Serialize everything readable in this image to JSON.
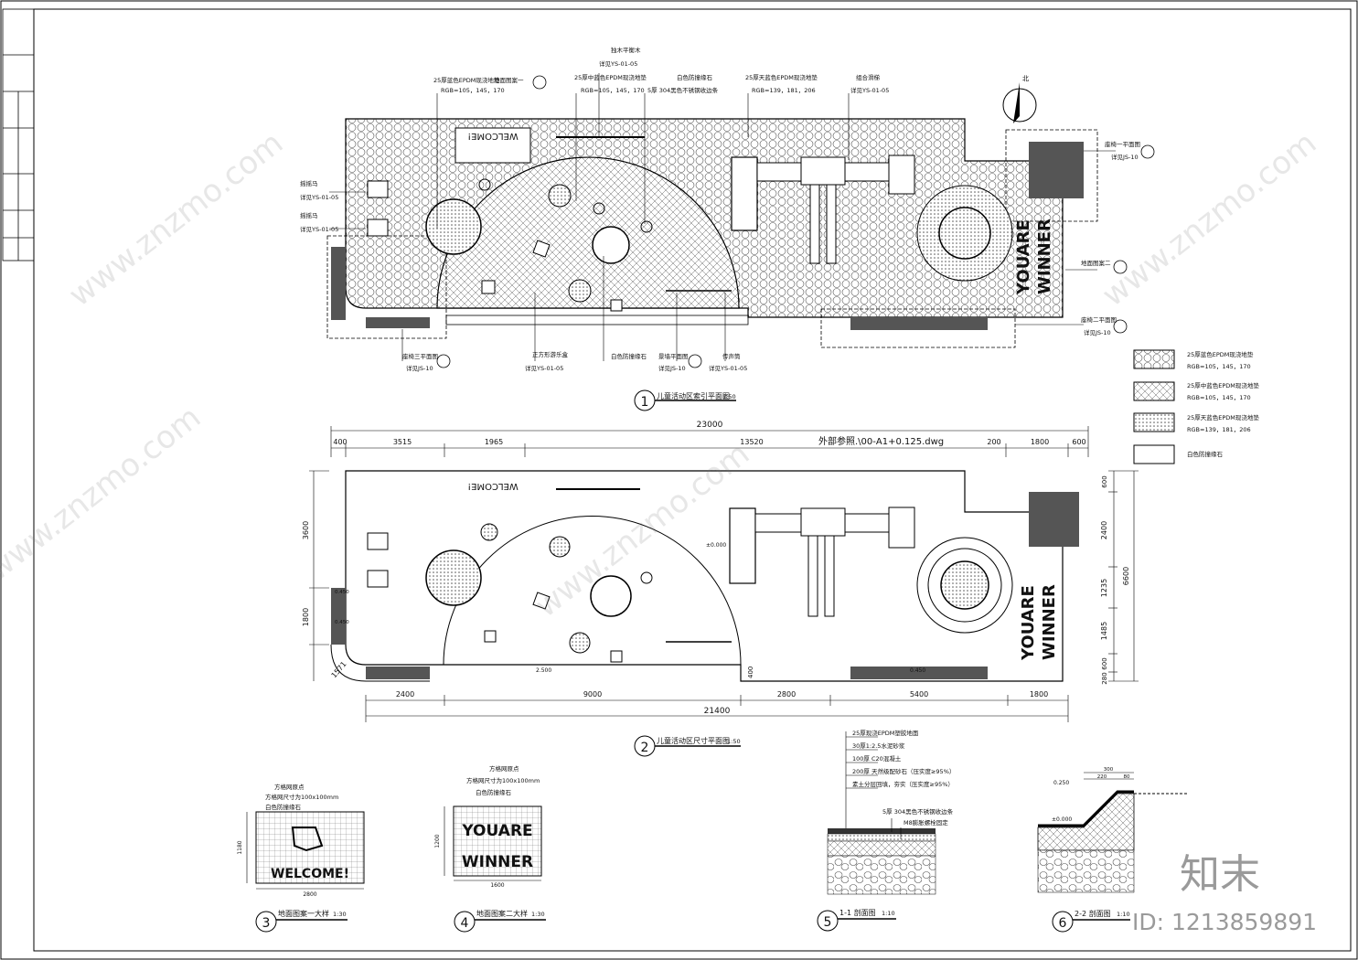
{
  "plan1": {
    "title": "儿童活动区索引平面图",
    "scale": "1:50",
    "num": "1",
    "callouts": {
      "epdm_blue": "25厚蓝色EPDM现浇地垫",
      "epdm_blue_rgb": "RGB=105，145，170",
      "ground_pattern1": "地面图案一",
      "balance_beam": "独木平衡木",
      "ref_ys0105_a": "详见YS-01-05",
      "epdm_mid": "25厚中蓝色EPDM现浇地垫",
      "epdm_mid_rgb": "RGB=105，145，170",
      "white_curb": "白色防撞缘石",
      "steel_304": "5厚 304黑色不锈钢收边条",
      "epdm_sky": "25厚天蓝色EPDM现浇地垫",
      "epdm_sky_rgb": "RGB=139，181，206",
      "combo_slide": "组合滑梯",
      "ref_ys0105_b": "详见YS-01-05",
      "swing": "摇摇马",
      "ref_ys0105_c": "详见YS-01-05",
      "ref_ys0105_d": "详见YS-01-05",
      "bench1": "座椅一平面图",
      "ref_js10_a": "详见JS-10",
      "ground_pattern2": "地面图案二",
      "bench2": "座椅二平面图",
      "ref_js10_b": "详见JS-10",
      "bench3": "座椅三平面图",
      "ref_js10_c": "详见JS-10",
      "play_block": "正方形游乐盒",
      "ref_ys0105_e": "详见YS-01-05",
      "white_curb2": "白色防撞缘石",
      "spring_rider": "景墙平面图",
      "ref_js10_d": "详见JS-10",
      "phone_tube": "传声筒",
      "ref_ys0105_f": "详见YS-01-05",
      "north": "北"
    },
    "welcome": "WELCOME!",
    "winner1": "YOUARE",
    "winner2": "WINNER"
  },
  "legend": [
    {
      "name": "25厚蓝色EPDM现浇地垫",
      "rgb": "RGB=105，145，170"
    },
    {
      "name": "25厚中蓝色EPDM现浇地垫",
      "rgb": "RGB=105，145，170"
    },
    {
      "name": "25厚天蓝色EPDM现浇地垫",
      "rgb": "RGB=139，181，206"
    },
    {
      "name": "白色防撞缘石",
      "rgb": ""
    }
  ],
  "plan2": {
    "title": "儿童活动区尺寸平面图",
    "scale": "1:50",
    "num": "2",
    "xref": "外部参照.\\00-A1+0.125.dwg",
    "dim_total_top": "23000",
    "dims_top": [
      "400",
      "3515",
      "1965",
      "13520",
      "200",
      "1800",
      "600"
    ],
    "dim_total_bottom": "21400",
    "dims_bottom": [
      "2400",
      "9000",
      "2800",
      "5400",
      "1800"
    ],
    "dims_left": [
      "3600",
      "1800"
    ],
    "dims_right": [
      "600",
      "2400",
      "1235",
      "1485",
      "600",
      "280"
    ],
    "dim_right_total": "6600",
    "dim_radius": "1571",
    "dim_400": "400",
    "elevations": [
      "±0.000",
      "2.500",
      "0.450",
      "0.450",
      "0.450"
    ],
    "welcome": "WELCOME!",
    "winner1": "YOUARE",
    "winner2": "WINNER"
  },
  "detail3": {
    "num": "3",
    "title": "地面图案一大样",
    "scale": "1:30",
    "note1": "方格网原点",
    "note2": "方格网尺寸为100x100mm",
    "note3": "白色防撞缘石",
    "dim_w": "2800",
    "dim_h": "1180",
    "word": "WELCOME!"
  },
  "detail4": {
    "num": "4",
    "title": "地面图案二大样",
    "scale": "1:30",
    "note1": "方格网原点",
    "note2": "方格网尺寸为100x100mm",
    "note3": "白色防撞缘石",
    "dim_w": "1600",
    "dim_h": "1200",
    "word1": "YOUARE",
    "word2": "WINNER"
  },
  "detail5": {
    "num": "5",
    "title": "1-1 剖面图",
    "scale": "1:10",
    "layers": [
      "25厚现浇EPDM塑胶地面",
      "30厚1:2.5水泥砂浆",
      "100厚 C20混凝土",
      "200厚 天然级配砂石（压实度≥95%）",
      "素土分层回填，夯实（压实度≥95%）"
    ],
    "steel": "5厚 304黑色不锈钢收边条",
    "bolt": "M8膨胀螺栓固定"
  },
  "detail6": {
    "num": "6",
    "title": "2-2 剖面图",
    "scale": "1:10",
    "dims": [
      "300",
      "220",
      "80"
    ],
    "elev1": "0.250",
    "elev2": "±0.000"
  },
  "brand": "知末",
  "drawing_id": "ID: 1213859891",
  "watermark": "www.znzmo.com"
}
